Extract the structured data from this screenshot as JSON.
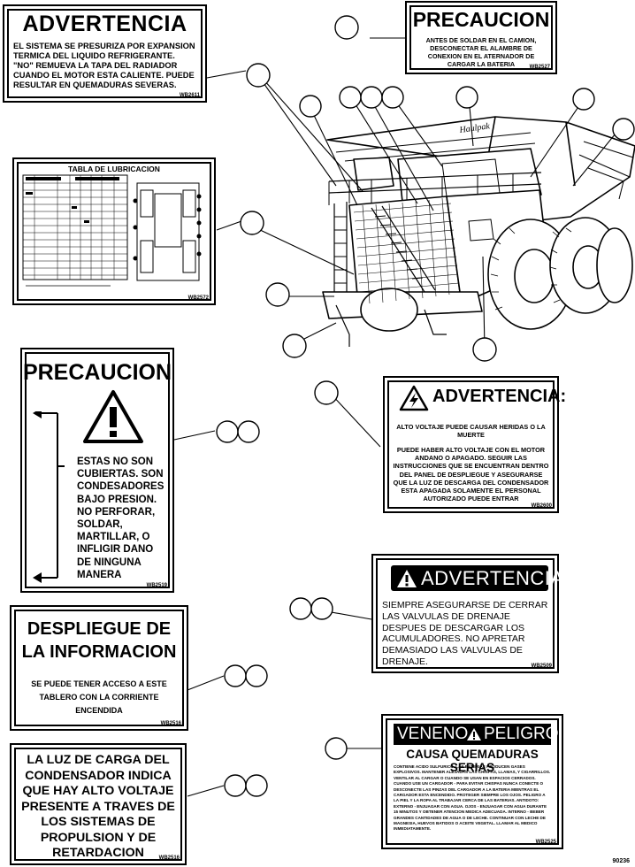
{
  "decals": {
    "advertencia_radiador": {
      "title": "ADVERTENCIA",
      "body": "EL SISTEMA SE PRESURIZA POR EXPANSION TERMICA DEL LIQUIDO REFRIGERANTE. \"NO\" REMUEVA LA TAPA DEL RADIADOR CUANDO EL MOTOR ESTA CALIENTE. PUEDE RESULTAR EN QUEMADURAS SEVERAS.",
      "code": "WB2611"
    },
    "precaucion_soldar": {
      "title": "PRECAUCION",
      "body": "ANTES DE SOLDAR EN EL CAMION, DESCONECTAR EL ALAMBRE DE CONEXION EN EL ATERNADOR DE CARGAR LA BATERIA",
      "code": "WB2527"
    },
    "tabla_lubricacion": {
      "title": "TABLA DE LUBRICACION",
      "code": "WB2572"
    },
    "precaucion_condensadores": {
      "title": "PRECAUCION",
      "body": "ESTAS NO SON CUBIERTAS. SON CONDESADORES BAJO PRESION. NO PERFORAR, SOLDAR, MARTILLAR, O INFLIGIR DANO DE NINGUNA MANERA",
      "code": "WB2519"
    },
    "advertencia_voltaje": {
      "title": "ADVERTENCIA:",
      "body1": "ALTO VOLTAJE PUEDE CAUSAR HERIDAS O LA MUERTE",
      "body2": "PUEDE HABER ALTO VOLTAJE CON EL MOTOR ANDANO O APAGADO. SEGUIR LAS INSTRUCCIONES QUE SE ENCUENTRAN DENTRO DEL PANEL DE DESPLIEGUE Y ASEGURARSE QUE LA LUZ DE DESCARGA DEL CONDENSADOR ESTA APAGADA SOLAMENTE EL PERSONAL AUTORIZADO PUEDE ENTRAR",
      "code": "WB2600"
    },
    "advertencia_drenaje": {
      "title": "ADVERTENCIA",
      "body": "SIEMPRE ASEGURARSE DE CERRAR LAS VALVULAS DE DRENAJE DESPUES DE DESCARGAR LOS ACUMULADORES. NO APRETAR DEMASIADO LAS VALVULAS DE DRENAJE.",
      "code": "WB2509"
    },
    "despliegue": {
      "title": "DESPLIEGUE DE LA INFORMACION",
      "body": "SE PUEDE TENER ACCESO A ESTE TABLERO CON LA CORRIENTE ENCENDIDA",
      "code": "WB2516"
    },
    "veneno_peligro": {
      "title_left": "VENENO",
      "title_right": "PELIGRO",
      "subtitle": "CAUSA QUEMADURAS SERIAS",
      "body": "CONTIENE ACIDO SULFURICO. LAS BATERIAS PRODUCEN GASES EXPLOSIVOS. MANTENER ALEJADAS LAS CHISPAS, LLAMAS, Y CIGARRILLOS. VENTILAR AL CARGAR O CUANDO SE USAN EN ESPACIOS CERRADOS. CUANDO USE UN CARGADOR - PARA EVITAR CHISPAS NUNCA CONECTE O DESCONECTE LAS PINZAS DEL CARGADOR A LA BATERIA MIENTRAS EL CARGADOR ESTA ENCENDIDO. PROTEGER SIEMPRE LOS OJOS. PELIGRO A LA PIEL Y LA ROPA AL TRABAJAR CERCA DE LAS BATERIAS. ANTIDOTO: EXTERNO - ENJUAGAR CON AGUA. OJOS - ENJUAGAR CON AGUA DURANTE 15 MINUTOS Y OBTENER ATENCION MEDICA ADECUADA. INTERNO - BEBER GRANDES CANTIDADES DE AGUA O DE LECHE. CONTINUAR CON LECHE DE MAGNESIA, HUEVOS BATIDOS O ACEITE VEGETAL. LLAMAR AL MEDICO INMEDIATAMENTE.",
      "code": "WB2525"
    },
    "luz_carga": {
      "body": "LA LUZ DE CARGA DEL CONDENSADOR INDICA QUE HAY ALTO VOLTAJE PRESENTE A TRAVES DE LOS SISTEMAS DE PROPULSION Y DE RETARDACION",
      "code": "WB2516"
    }
  },
  "truck": {
    "brand": "Haulpak"
  },
  "figure_id": "90236"
}
